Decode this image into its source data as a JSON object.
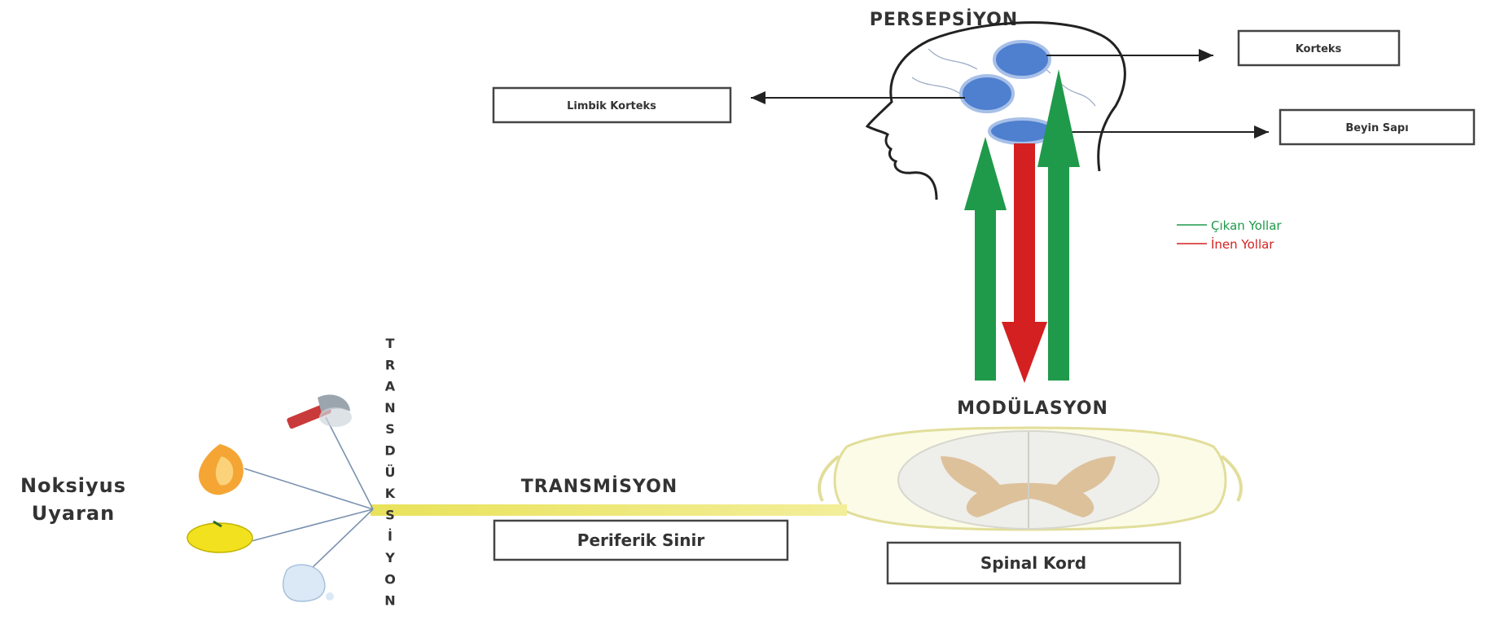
{
  "stages": {
    "perception": "PERSEPSİYON",
    "modulation": "MODÜLASYON",
    "transmission": "TRANSMİSYON",
    "transduction_letters": [
      "T",
      "R",
      "A",
      "N",
      "S",
      "D",
      "Ü",
      "K",
      "S",
      "İ",
      "Y",
      "O",
      "N"
    ]
  },
  "stimulus_label": [
    "Noksiyus",
    "Uyaran"
  ],
  "boxes": {
    "korteks": "Korteks",
    "limbik": "Limbik Korteks",
    "beyin_sapi": "Beyin Sapı",
    "periferik": "Periferik Sinir",
    "spinal": "Spinal Kord"
  },
  "legend": [
    {
      "label": "Çıkan Yollar",
      "color": "#1f9a4a"
    },
    {
      "label": "İnen Yollar",
      "color": "#d42020"
    }
  ],
  "colors": {
    "ascending": "#1f9a4a",
    "descending": "#d42020",
    "nerve": "#f2ea6a",
    "brain_node": "#4f7fcf"
  },
  "stimuli_icons": [
    "hammer-icon",
    "fire-icon",
    "lemon-icon",
    "cold-icon"
  ]
}
